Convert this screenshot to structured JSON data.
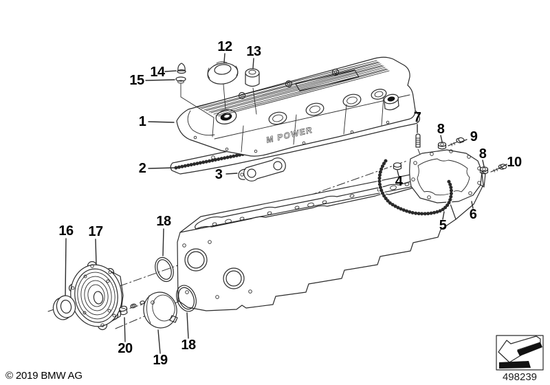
{
  "diagram": {
    "cover_embossing": "M POWER",
    "callouts": [
      {
        "label": "1"
      },
      {
        "label": "2"
      },
      {
        "label": "3"
      },
      {
        "label": "4"
      },
      {
        "label": "5"
      },
      {
        "label": "6"
      },
      {
        "label": "7"
      },
      {
        "label": "8"
      },
      {
        "label": "9"
      },
      {
        "label": "8"
      },
      {
        "label": "10"
      },
      {
        "label": "12"
      },
      {
        "label": "13"
      },
      {
        "label": "14"
      },
      {
        "label": "15"
      },
      {
        "label": "16"
      },
      {
        "label": "17"
      },
      {
        "label": "18"
      },
      {
        "label": "18"
      },
      {
        "label": "19"
      },
      {
        "label": "20"
      }
    ]
  },
  "footer": {
    "copyright": "© 2019 BMW AG",
    "diagram_number": "498239"
  },
  "colors": {
    "background": "#ffffff",
    "line": "#2a2a2a"
  }
}
